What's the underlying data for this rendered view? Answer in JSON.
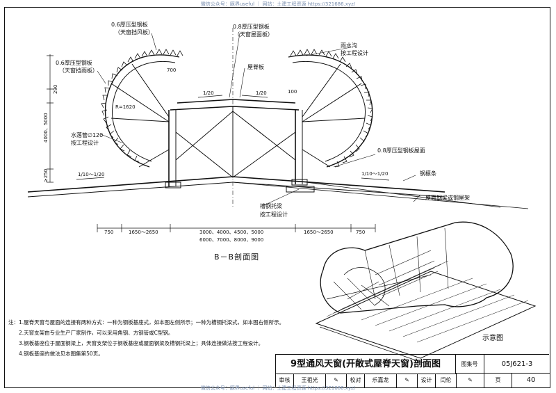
{
  "watermark": "微信公众号：豚界useful ｜ 网站：土建工程资源 https://321686.xyz/",
  "labels": {
    "steel_plate_06_top": "0.6厚压型钢板",
    "wind_plate_top": "（天窗挡风板）",
    "steel_plate_06_left": "0.6厚压型钢板",
    "wind_plate_left": "（天窗挡雨板）",
    "steel_plate_08_top": "0.8厚压型钢板",
    "ridge_roof_panel": "（天窗屋面板）",
    "gutter": "雨水沟",
    "gutter_design": "按工程设计",
    "ridge_board": "屋脊板",
    "radius": "R=1620",
    "drain_pipe": "水落管∅120",
    "drain_pipe_design": "按工程设计",
    "roof_plate_08": "0.8厚压型钢板屋面",
    "purlin": "钢檩条",
    "roof_beam": "屋面钢梁或钢屋架",
    "trough_support": "槽钢托梁",
    "trough_support_design": "按工程设计",
    "slope_top_left": "1/20",
    "slope_top_right": "1/20",
    "slope_roof_left": "1/10～1/20",
    "slope_roof_right": "1/10～1/20",
    "dim_700": "700",
    "dim_100": "100",
    "dim_290": "290",
    "dim_height": "4000、5000",
    "dim_250": "≥250"
  },
  "dimensions": {
    "d1": "750",
    "d2": "1650～2650",
    "d3a": "3000、4000、4500、5000",
    "d3b": "6000、7000、8000、9000",
    "d4": "1650～2650",
    "d5": "750"
  },
  "section_title": "B－B剖面图",
  "hint_label": "示意图",
  "notes": [
    "注：1.屋脊天窗与屋面的连接有两种方式：一种为钢板基座式，如本图左侧所示；一种为槽钢托梁式，如本图右侧所示。",
    "2.天窗支架由专业生产厂家制作，可以采用角钢、方钢管或C型钢。",
    "3.钢板基座位于屋面钢梁上，天窗支架位于钢板基座或屋面钢梁及槽钢托梁上；具体连接做法按工程设计。",
    "4.钢板基座的做法见本图集第50页。"
  ],
  "titleblock": {
    "title": "9型通风天窗(开敞式屋脊天窗)剖面图",
    "atlas_label": "图集号",
    "atlas_no": "05J621-3",
    "review_label": "审核",
    "reviewer": "王祖光",
    "check_label": "校对",
    "checker": "乐嘉龙",
    "design_label": "设计",
    "designer": "闫伦",
    "page_label": "页",
    "page_no": "40"
  }
}
